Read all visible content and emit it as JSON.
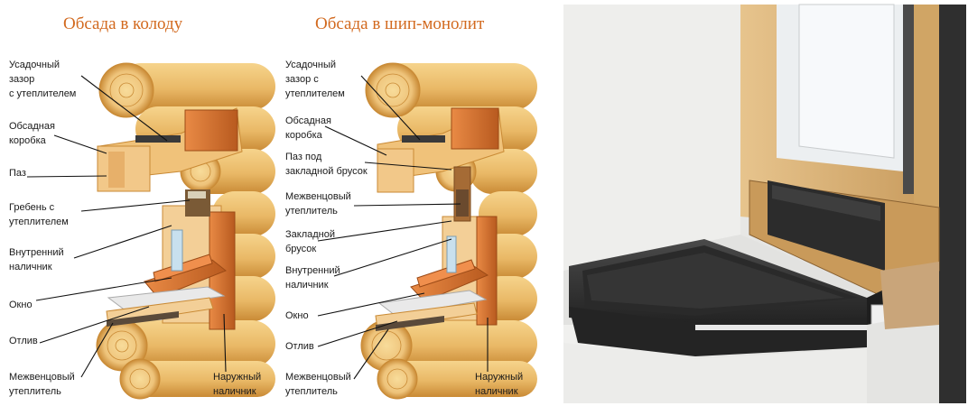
{
  "diagram_left": {
    "title": "Обсада в колоду",
    "labels": {
      "zazor": [
        "Усадочный",
        "зазор",
        "с утеплителем"
      ],
      "korobka": [
        "Обсадная",
        "коробка"
      ],
      "paz": [
        "Паз"
      ],
      "greben": [
        "Гребень с",
        "утеплителем"
      ],
      "vnutr_nalichnik": [
        "Внутренний",
        "наличник"
      ],
      "okno": [
        "Окно"
      ],
      "otliv": [
        "Отлив"
      ],
      "mezhvenc": [
        "Межвенцовый",
        "утеплитель"
      ],
      "naruzh_nalichnik": [
        "Наружный",
        "наличник"
      ]
    }
  },
  "diagram_right": {
    "title": "Обсада в шип-монолит",
    "labels": {
      "zazor": [
        "Усадочный",
        "зазор с",
        "утеплителем"
      ],
      "korobka": [
        "Обсадная",
        "коробка"
      ],
      "paz": [
        "Паз под",
        "закладной брусок"
      ],
      "mezhvenc_top": [
        "Межвенцовый",
        "утеплитель"
      ],
      "brusok": [
        "Закладной",
        "брусок"
      ],
      "vnutr_nalichnik": [
        "Внутренний",
        "наличник"
      ],
      "okno": [
        "Окно"
      ],
      "otliv": [
        "Отлив"
      ],
      "mezhvenc": [
        "Межвенцовый",
        "утеплитель"
      ],
      "naruzh_nalichnik": [
        "Наружный",
        "наличник"
      ]
    }
  },
  "colors": {
    "title": "#d2691e",
    "log": "#e9b866",
    "log_dark": "#c98a35",
    "casing": "#d9752f",
    "casing_dark": "#b85a1f",
    "sill": "#2b2b2b",
    "sill_top": "#3d3d3d",
    "wall": "#e8e8e6",
    "frame_wood": "#d9b27a"
  }
}
